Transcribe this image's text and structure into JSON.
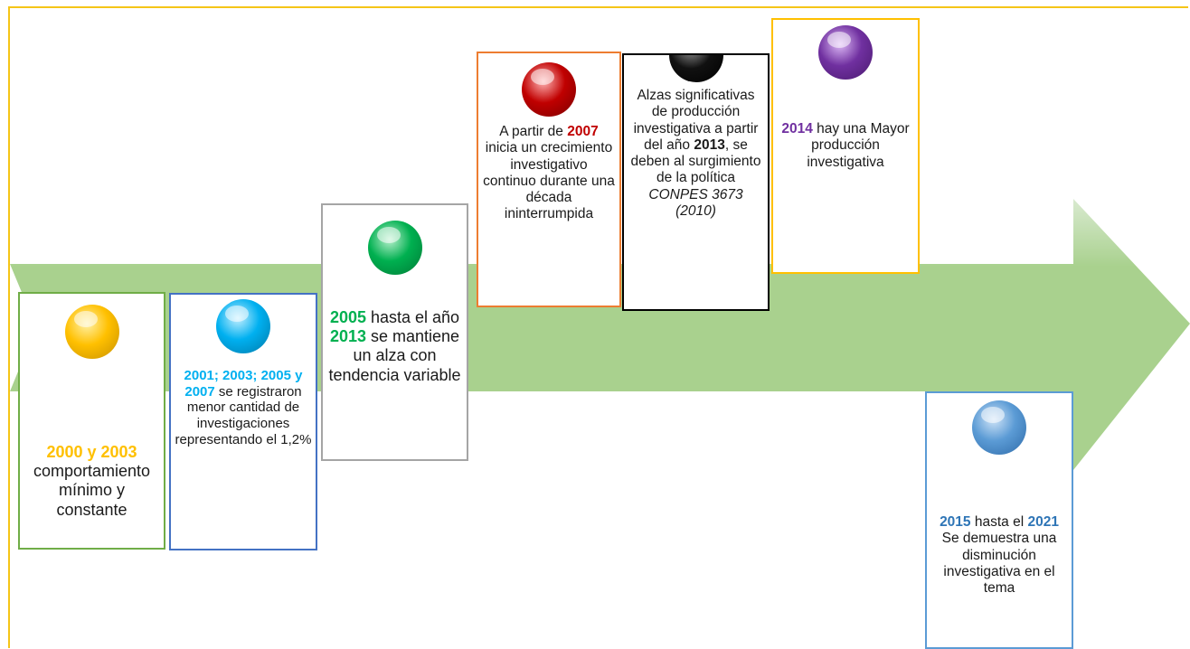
{
  "colors": {
    "arrow_fill": "#a9d18e",
    "arrow_light": "#d5e8c4",
    "frame": "#f5c518",
    "yellow": "#ffc000",
    "cyan": "#00b0f0",
    "green": "#00b050",
    "red": "#c00000",
    "black": "#000000",
    "purple": "#7030a0",
    "steel_blue": "#2e75b6"
  },
  "cards": {
    "c2000": {
      "years": "2000 y 2003",
      "rest": "comportamiento mínimo y constante"
    },
    "c2001": {
      "years": "2001; 2003; 2005 y 2007",
      "rest": " se registraron menor cantidad de investigaciones representando el 1,2%"
    },
    "c2005": {
      "year1": "2005",
      "mid": " hasta el año ",
      "year2": "2013",
      "rest": " se mantiene un alza con tendencia variable"
    },
    "c2007": {
      "pre": "A partir de ",
      "year": "2007",
      "rest": " inicia  un crecimiento investigativo continuo durante una década ininterrumpida"
    },
    "c2013": {
      "pre": "Alzas significativas de producción investigativa a partir del año ",
      "year": "2013",
      "mid": ", se deben al surgimiento de la política ",
      "policy": "CONPES 3673 (2010)"
    },
    "c2014": {
      "year": "2014",
      "rest": " hay una Mayor producción investigativa"
    },
    "c2015": {
      "year1": "2015",
      "mid": " hasta el ",
      "year2": "2021",
      "rest": " Se demuestra una disminución investigativa en el tema"
    }
  }
}
